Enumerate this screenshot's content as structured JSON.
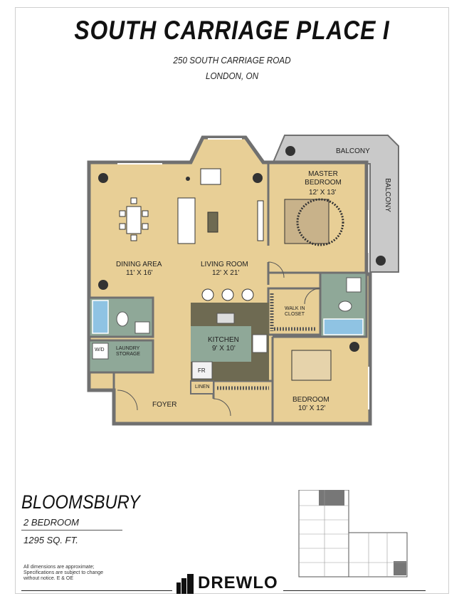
{
  "header": {
    "title": "SOUTH CARRIAGE PLACE I",
    "address_line1": "250 SOUTH CARRIAGE ROAD",
    "address_line2": "LONDON, ON"
  },
  "rooms": {
    "balcony_top": "BALCONY",
    "balcony_side": "BALCONY",
    "master_bedroom_name": "MASTER BEDROOM",
    "master_bedroom_size": "12' X 13'",
    "dining_name": "DINING AREA",
    "dining_size": "11' X 16'",
    "living_name": "LIVING ROOM",
    "living_size": "12' X 21'",
    "walkin_closet": "WALK IN CLOSET",
    "kitchen_name": "KITCHEN",
    "kitchen_size": "9' X 10'",
    "wd": "W/D",
    "laundry": "LAUNDRY STORAGE",
    "fridge": "FR",
    "linen": "LINEN",
    "foyer": "FOYER",
    "bedroom_name": "BEDROOM",
    "bedroom_size": "10' X 12'"
  },
  "model": {
    "name": "BLOOMSBURY",
    "bedrooms": "2 BEDROOM",
    "area": "1295 SQ. FT."
  },
  "disclaimer": {
    "line1": "All dimensions are approximate;",
    "line2": "Specifications are subject to change",
    "line3": "without notice. E & OE"
  },
  "logo": {
    "text": "DREWLO"
  },
  "colors": {
    "floor": "#e8cf96",
    "bath": "#8fa898",
    "wall": "#707070",
    "balcony": "#c9c9c9",
    "counter": "#6e6a52",
    "kitchen": "#8fa898"
  }
}
